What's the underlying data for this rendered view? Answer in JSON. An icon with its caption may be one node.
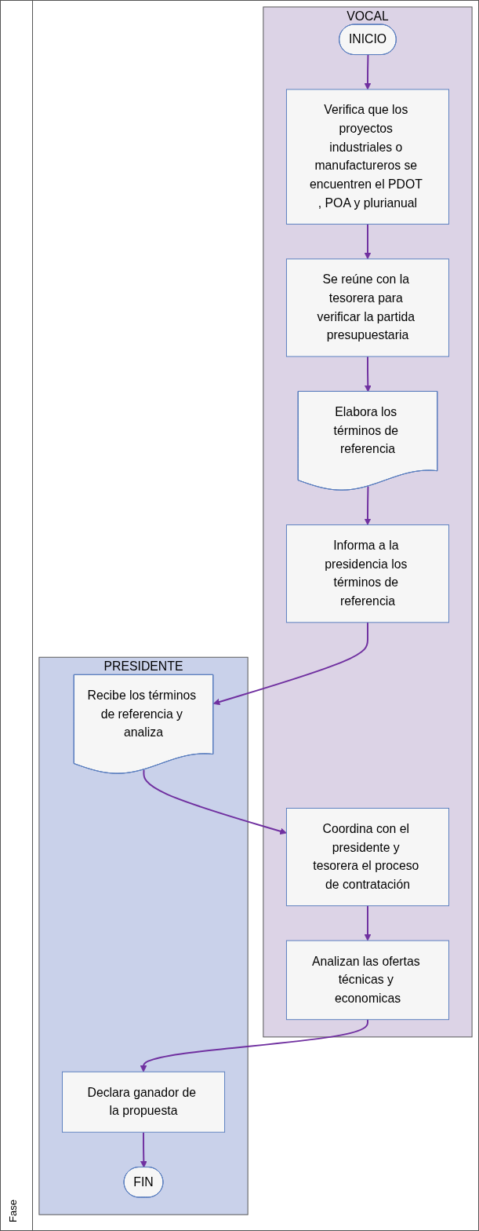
{
  "diagram": {
    "nodes": [
      {
        "text": [
          "VOCAL"
        ]
      },
      {
        "text": [
          "PRESIDENTE"
        ]
      },
      {
        "text": [
          "INICIO"
        ],
        "in": 0
      },
      {
        "text": [
          "Verifica que los proyectos industriales o manufactureros se encuentren el PDOT , POA y plurianual"
        ],
        "in": 0
      },
      {
        "text": [
          "Se reúne con la tesorera para verificar la partida presupuestaria"
        ],
        "in": 0
      },
      {
        "text": [
          "Elabora los términos de referencia"
        ],
        "in": 0
      },
      {
        "text": [
          "Informa a la presidencia los términos de referencia"
        ],
        "in": 0
      },
      {
        "text": [
          "Recibe los términos de referencia y analiza"
        ],
        "in": 1
      },
      {
        "text": [
          "Coordina con el presidente y tesorera el proceso de contratación"
        ],
        "in": 0
      },
      {
        "text": [
          "Analizan las ofertas técnicas y economicas"
        ],
        "in": 0
      },
      {
        "text": [
          "Declara ganador de la propuesta"
        ],
        "in": 1
      },
      {
        "text": [
          "FIN"
        ],
        "in": 1
      }
    ],
    "edges": [
      {
        "from": 2,
        "to": 3,
        "arrow": "to"
      },
      {
        "from": 3,
        "to": 4,
        "arrow": "to"
      },
      {
        "from": 4,
        "to": 5,
        "arrow": "to"
      },
      {
        "from": 5,
        "to": 6,
        "arrow": "to"
      },
      {
        "from": 6,
        "to": 7,
        "arrow": "to"
      },
      {
        "from": 7,
        "to": 8,
        "arrow": "to"
      },
      {
        "from": 8,
        "to": 9,
        "arrow": "to"
      },
      {
        "from": 9,
        "to": 10,
        "arrow": "to"
      },
      {
        "from": 10,
        "to": 11,
        "arrow": "to"
      }
    ],
    "labels": [
      "Fase"
    ]
  }
}
